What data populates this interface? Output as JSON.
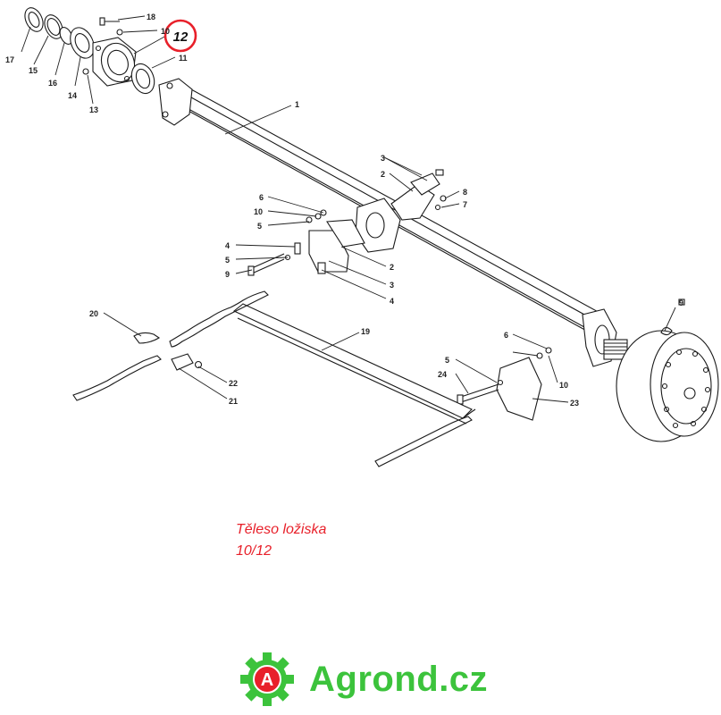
{
  "diagram": {
    "callouts": [
      "1",
      "2",
      "2",
      "3",
      "3",
      "4",
      "4",
      "5",
      "5",
      "5",
      "6",
      "6",
      "7",
      "8",
      "9",
      "10",
      "10",
      "10",
      "11",
      "12",
      "13",
      "14",
      "15",
      "16",
      "17",
      "18",
      "19",
      "20",
      "21",
      "22",
      "23",
      "24",
      "9"
    ],
    "highlight_number": "12",
    "colors": {
      "line": "#1a1a1a",
      "highlight": "#e8202a",
      "caption": "#e8202a",
      "brand": "#3cc33c"
    }
  },
  "caption": {
    "title": "Těleso ložiska",
    "index": "10/12"
  },
  "brand": {
    "name": "Agrond.cz",
    "badge_letter": "A"
  }
}
